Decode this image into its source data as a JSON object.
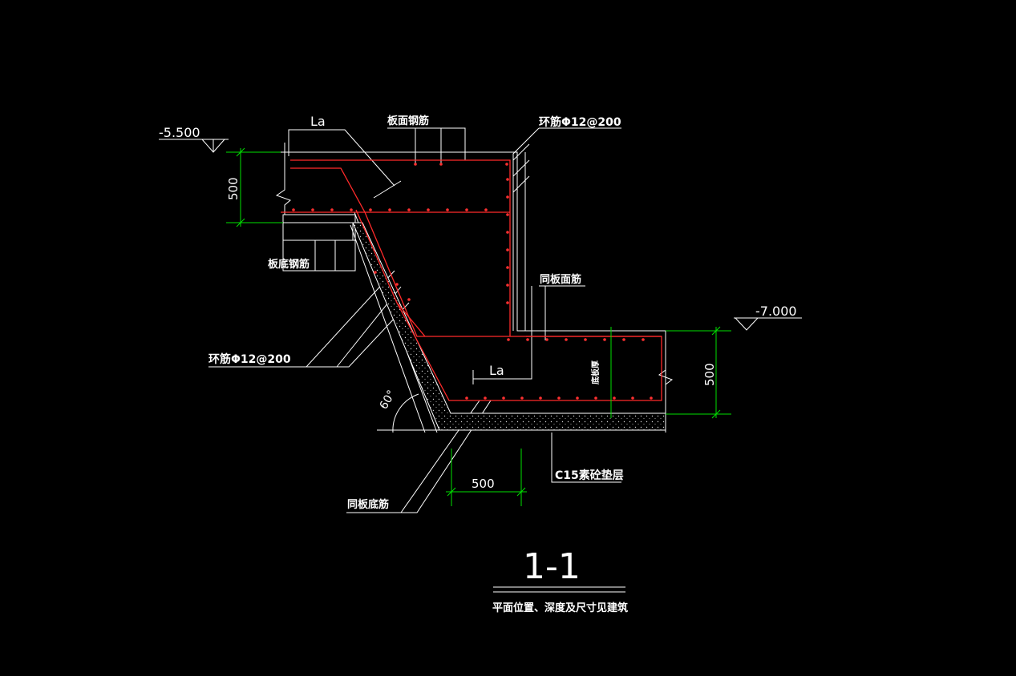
{
  "labels": {
    "top_elevation": "-5.500",
    "right_elevation": "-7.000",
    "dim_top_left": "500",
    "dim_right": "500",
    "dim_bottom": "500",
    "la_top": "La",
    "la_bottom": "La",
    "slab_top_rebar": "板面钢筋",
    "slab_bottom_rebar": "板底钢筋",
    "ring_rebar_top": "环筋Φ12@200",
    "ring_rebar_left": "环筋Φ12@200",
    "same_as_slab_top": "同板面筋",
    "same_as_slab_bottom": "同板底筋",
    "slab_thickness": "底板厚",
    "angle": "60°",
    "cushion": "C15素砼垫层",
    "section_title": "1-1",
    "note": "平面位置、深度及尺寸见建筑"
  },
  "colors": {
    "background": "#000000",
    "line": "#ffffff",
    "dimension": "#00e000",
    "rebar": "#ff2a2a"
  }
}
